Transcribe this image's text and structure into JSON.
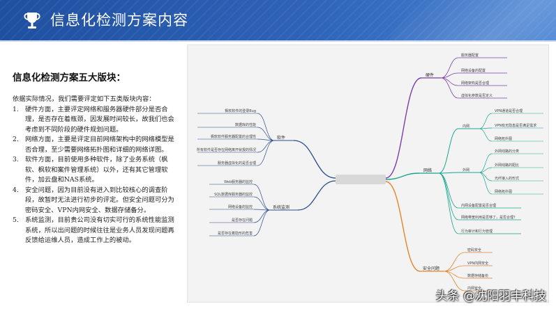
{
  "header": {
    "title": "信息化检测方案内容",
    "icon": "trophy-icon",
    "colors": {
      "band_start": "#1f4fa0",
      "band_end": "#4a85d4"
    }
  },
  "section": {
    "title": "信息化检测方案五大版块：",
    "intro": "依据实际情况，我们需要评定如下五类版块内容：",
    "items": [
      {
        "num": "1.",
        "text": "硬件方面，主要评定网络和服务器硬件部分是否合理，是否存在着瓶颈，因发展时间较长，故我们也会考虑到不同阶段的硬件规划问题。"
      },
      {
        "num": "2.",
        "text": "网络方面，主要是评定目前网络架构中的网络模型是否合理，至少需要网络拓扑图和详细的网络详图。"
      },
      {
        "num": "3.",
        "text": "软件方面，目前使用多种软件，除了业务系统（枫软、枫软和案件管理系统）以外，还有其它管理软件，加云盘和NAS系统。"
      },
      {
        "num": "4.",
        "text": "安全问题，因为目前没有进入到比较核心的调查阶段，故暂时无法进行初步的评定。但安全问题可分为密码安全、VPN内网安全、数据存储备分。"
      },
      {
        "num": "5.",
        "text": "系统监测，目前贵公司没有切实可行的系统性能监测系统，所以出问题的时候往往是业务人员发现问题再反馈给运维人员，造成工作上的被动。"
      }
    ]
  },
  "mindmap": {
    "branches": [
      {
        "label": "硬件",
        "color": "#7b3fa8",
        "leaves": [
          "服务器配置",
          "网络设备的配置",
          "网络架构是否合理",
          "虚拟化参数是否定义"
        ]
      },
      {
        "label": "网络",
        "color": "#17a58f",
        "groups": [
          {
            "label": "内网",
            "leaves": [
              "VPN通道是否合理",
              "VPN有无隐患是否满足需求",
              "网络拓扑图"
            ]
          },
          {
            "label": "外网",
            "leaves": [
              "外网线路的分类",
              "外网线路的配比",
              "光纤接入的形式",
              "网络拓扑图"
            ]
          }
        ],
        "leaves": [
          "内网设备配置是否合理",
          "网络带宽利用是否够了，是否合理？",
          "行为审计和行为管理"
        ]
      },
      {
        "label": "软件",
        "color": "#2b4c8c",
        "leaves": [
          "枫软软件的登录Bug",
          "数据库的性能",
          "枫软软件服务器配置的合理性",
          "所有软件是否存在网络离开就报的情况",
          "服务器虚拟化的是否合理"
        ]
      },
      {
        "label": "系统监测",
        "color": "#2b4c8c",
        "leaves": [
          "Web服务器的监控",
          "SQL数据库服务器的监控",
          "网络设备的监控",
          "是否存在问题",
          "是否存在着隐形的危害"
        ]
      },
      {
        "label": "安全问题",
        "color": "#e8822a",
        "leaves": [
          "密码安全",
          "VPN内网安全",
          "数据存储备份",
          "内网安全"
        ]
      }
    ]
  },
  "watermark": "头条 @沈阳羽丰科技"
}
